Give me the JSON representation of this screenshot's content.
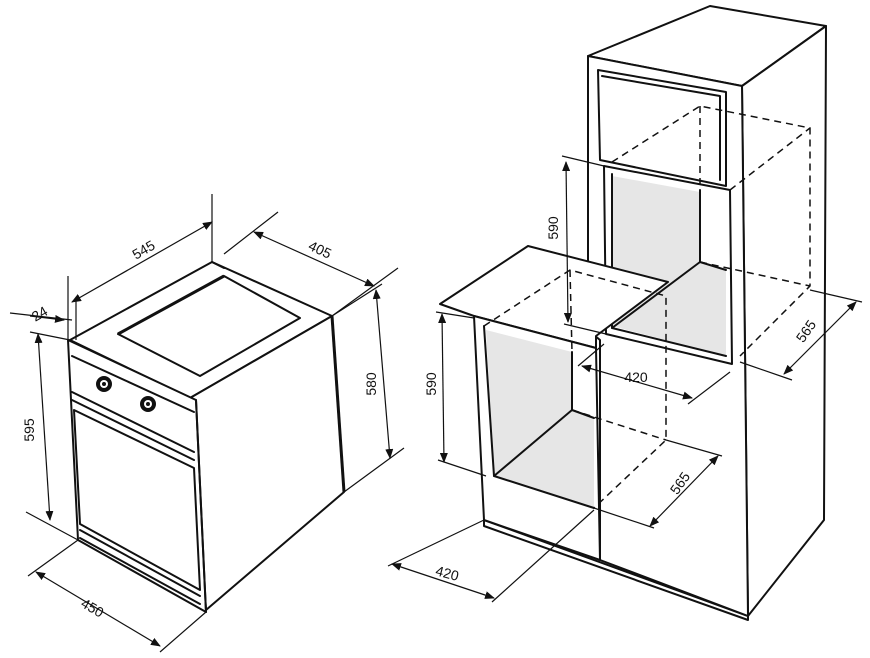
{
  "oven_dimensions": {
    "top_depth": "545",
    "front_panel": "24",
    "side_depth": "405",
    "front_height": "595",
    "body_height": "580",
    "front_width": "450"
  },
  "cabinet_dimensions": {
    "tall_niche_height": "590",
    "tall_niche_width": "420",
    "tall_niche_depth": "565",
    "low_niche_height": "590",
    "low_niche_depth": "565",
    "low_niche_width": "420"
  },
  "colors": {
    "line": "#111111",
    "niche_shade": "#e6e6e6",
    "background": "#ffffff"
  }
}
